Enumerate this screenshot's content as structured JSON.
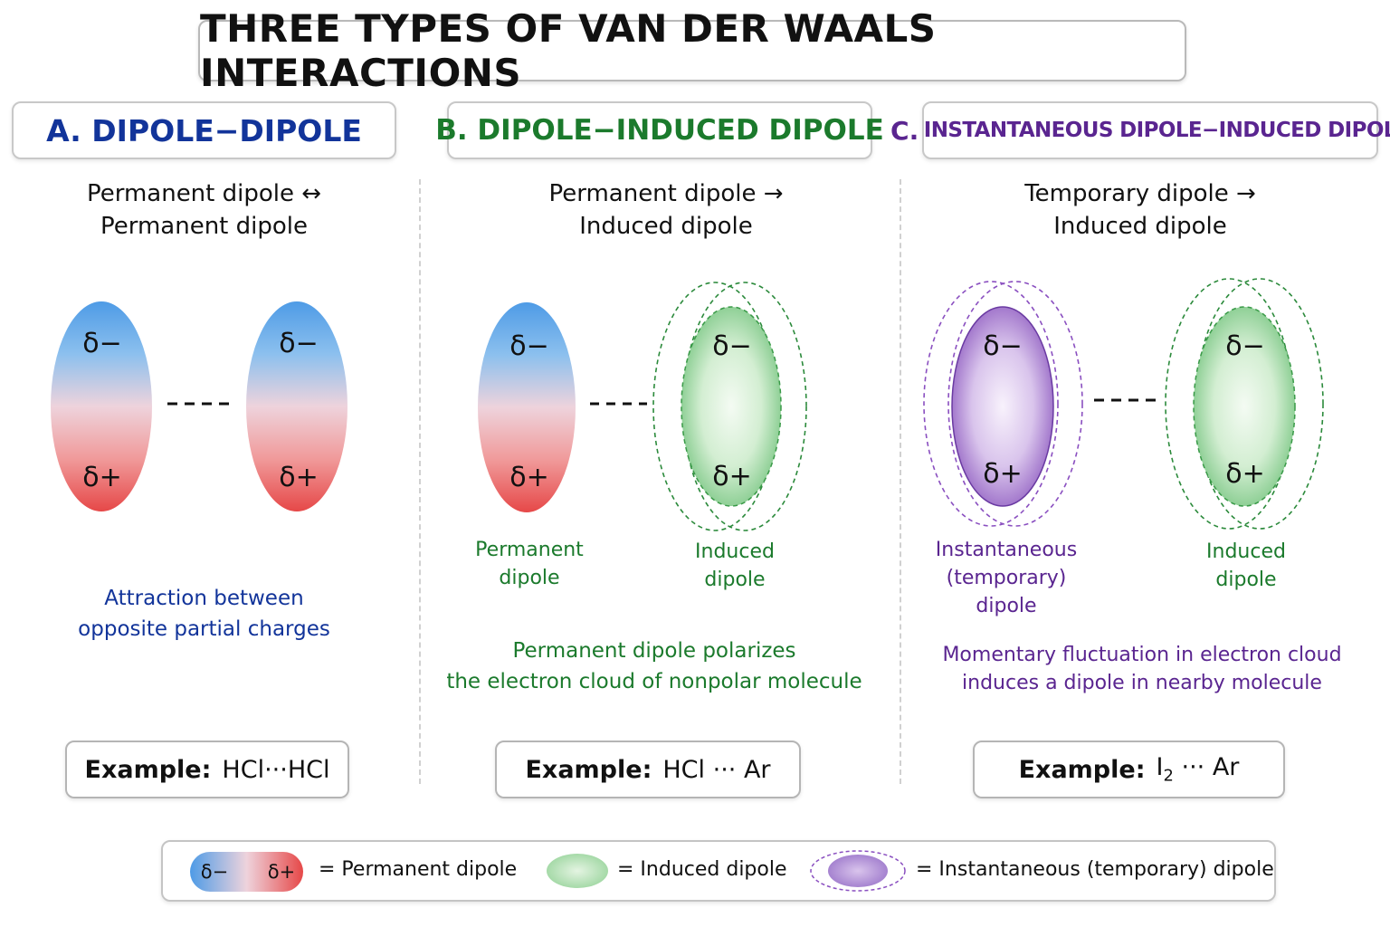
{
  "title": "THREE TYPES OF VAN DER WAALS INTERACTIONS",
  "colors": {
    "blue": "#12349a",
    "green": "#1b7a2c",
    "purple": "#5a2590",
    "delta_minus_fill": "#5aa6e8",
    "delta_plus_fill": "#e85a5a",
    "induced_fill": "#7cc98a",
    "instantaneous_fill": "#9a6cc6"
  },
  "symbols": {
    "delta_minus": "δ−",
    "delta_plus": "δ+",
    "dashes": "----"
  },
  "panels": [
    {
      "letter": "A.",
      "heading": "DIPOLE−DIPOLE",
      "subtitle_line1": "Permanent dipole ↔",
      "subtitle_line2": "Permanent dipole",
      "description_line1": "Attraction between",
      "description_line2": "opposite partial charges",
      "example_label": "Example:",
      "example_value": "HCl···HCl"
    },
    {
      "letter": "B.",
      "heading": "DIPOLE−INDUCED DIPOLE",
      "subtitle_line1": "Permanent dipole →",
      "subtitle_line2": "Induced dipole",
      "left_caption_line1": "Permanent",
      "left_caption_line2": "dipole",
      "right_caption_line1": "Induced",
      "right_caption_line2": "dipole",
      "description_line1": "Permanent dipole polarizes",
      "description_line2": "the electron cloud of nonpolar molecule",
      "example_label": "Example:",
      "example_value": "HCl ··· Ar"
    },
    {
      "letter": "C.",
      "heading": "INSTANTANEOUS DIPOLE−INDUCED DIPOLE",
      "subtitle_line1": "Temporary dipole →",
      "subtitle_line2": "Induced dipole",
      "left_caption_line1": "Instantaneous",
      "left_caption_line2": "(temporary)",
      "left_caption_line3": "dipole",
      "right_caption_line1": "Induced",
      "right_caption_line2": "dipole",
      "description_line1": "Momentary fluctuation in electron cloud",
      "description_line2": "induces a dipole in nearby molecule",
      "example_label": "Example:",
      "example_value_pre": "I",
      "example_value_sub": "2",
      "example_value_post": " ··· Ar"
    }
  ],
  "legend": {
    "permanent": "= Permanent dipole",
    "induced": "= Induced dipole",
    "instantaneous": "= Instantaneous (temporary) dipole"
  }
}
